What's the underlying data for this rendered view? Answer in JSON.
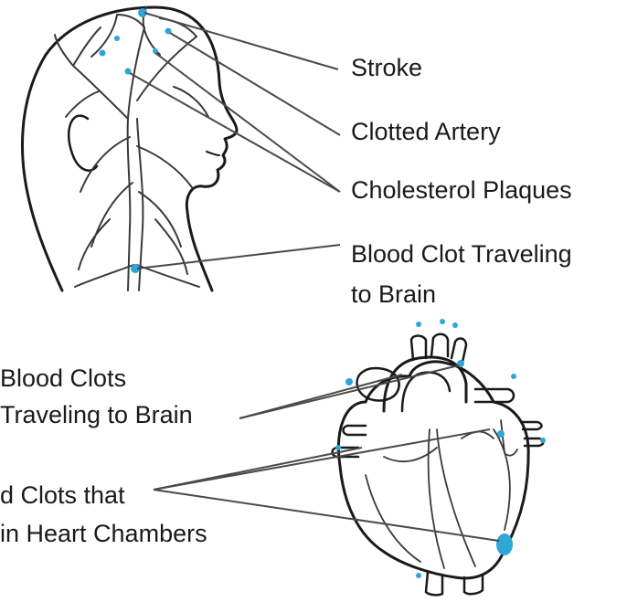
{
  "colors": {
    "outline": "#1a1a1a",
    "vessel": "#3a3a3a",
    "leader": "#4a4a4a",
    "clot": "#2fa6d8"
  },
  "labels": {
    "stroke": "Stroke",
    "clotted_artery": "Clotted Artery",
    "cholesterol_plaques": "Cholesterol Plaques",
    "blood_clot_traveling_line1": "Blood Clot Traveling",
    "blood_clot_traveling_line2": "to Brain",
    "blood_clots_line1": "Blood Clots",
    "blood_clots_line2": "Traveling to Brain",
    "clots_chambers_line1": "d Clots that",
    "clots_chambers_line2": " in Heart Chambers"
  }
}
